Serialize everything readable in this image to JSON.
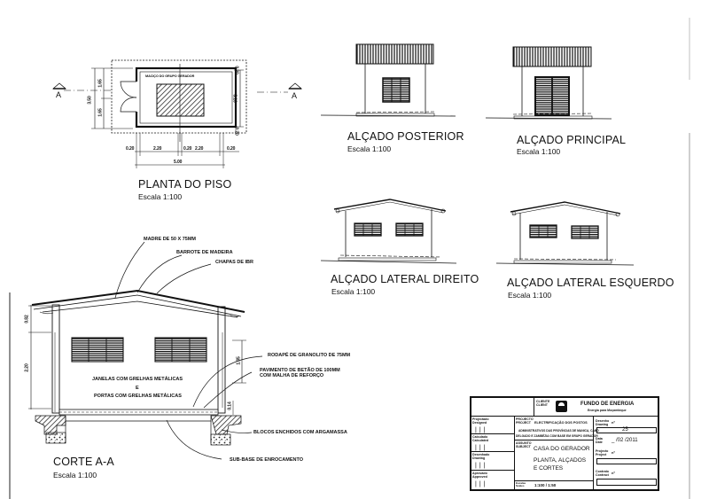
{
  "plan": {
    "title": "PLANTA DO PISO",
    "scale": "Escala 1:100",
    "room_label": "MACIÇO DO GRUPO GERADOR",
    "section_marker": "A",
    "dims": {
      "left_total": "3.50",
      "left_top": "1.65",
      "left_bottom": "1.65",
      "right_mid": "3.10",
      "right_top": "0.20",
      "right_bottom": "0.20",
      "bottom_segments": [
        "0.20",
        "2.20",
        "0.20",
        "2.20",
        "0.20"
      ],
      "bottom_total": "5.00"
    }
  },
  "elevations": [
    {
      "title": "ALÇADO POSTERIOR",
      "scale": "Escala 1:100"
    },
    {
      "title": "ALÇADO PRINCIPAL",
      "scale": "Escala 1:100"
    },
    {
      "title": "ALÇADO LATERAL DIREITO",
      "scale": "Escala 1:100"
    },
    {
      "title": "ALÇADO LATERAL ESQUERDO",
      "scale": "Escala 1:100"
    }
  ],
  "section": {
    "title": "CORTE A-A",
    "scale": "Escala 1:100",
    "notes": {
      "madre": "MADRE DE 50 X 75MM",
      "barrote": "BARROTE DE MADEIRA",
      "chapas": "CHAPAS DE IBR",
      "rodape": "RODAPÉ DE GRANOLITO DE 75MM",
      "pavimento_1": "PAVIMENTO DE BETÃO DE 100MM",
      "pavimento_2": "COM MALHA DE REFORÇO",
      "blocos": "BLOCOS ENCHIDOS COM ARGAMASSA",
      "sub_base": "SUB-BASE DE ENROCAMENTO",
      "janelas": "JANELAS COM GRELHAS METÁLICAS",
      "e": "E",
      "portas": "PORTAS COM GRELHAS METÁLICAS"
    },
    "dims": {
      "roof": "0.82",
      "wall": "2.20",
      "window": "1.35",
      "floor": "0.14"
    }
  },
  "title_block": {
    "client_label": "CLIENTE\nCLIENT",
    "client_name": "FUNDO DE ENERGIA",
    "client_sub": "Energia para Moçambique",
    "designed_label": "Projectado\nDesigned",
    "calculated_label": "Calculado\nCalculated",
    "drawn_label": "Desenhado\nDrawing",
    "approved_label": "Aprovado\nApproved",
    "project_label": "PROJECTO\nPROJECT",
    "project_line1": "ELECTRIFICAÇÃO DOS POSTOS",
    "project_line2": "ADMINISTRATIVOS DAS PROVÍNCIAS DE MANICA, CABO",
    "project_line3": "DELGADO E ZAMBÉZIA COM BASE EM GRUPO GERADOR",
    "subject_label": "ASSUNTO\nSUBJECT",
    "subject_line1": "CASA DO GERADOR",
    "subject_line2": "PLANTA, ALÇADOS",
    "subject_line3": "E CORTES",
    "scale_label": "Escalas\nScales",
    "scale_value": "1:100 / 1:50",
    "drawing_label": "Desenho\nDrawing",
    "drawing_prefix": "nº",
    "drawing_number": "25",
    "date_label": "Data\nDate",
    "date_value": "_ /02 /2011",
    "project_no_label": "Projecto\nProject",
    "project_no_prefix": "nº",
    "contract_label": "Contrato\nContract",
    "contract_prefix": "nº"
  }
}
